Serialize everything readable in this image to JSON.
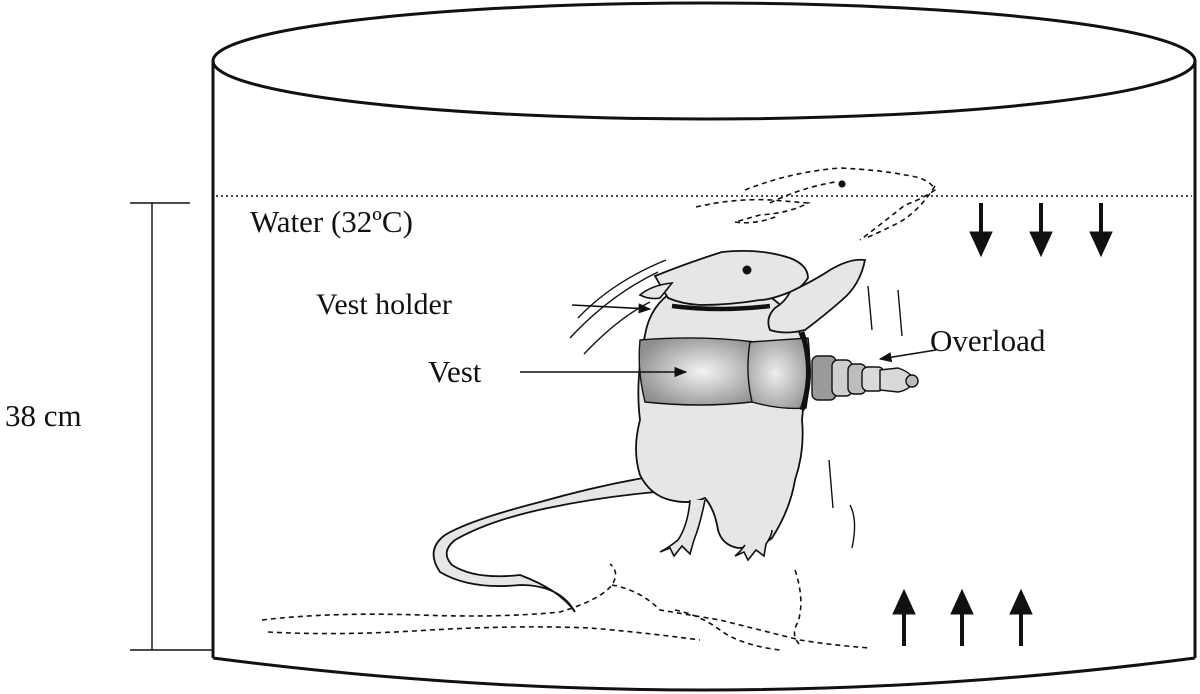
{
  "labels": {
    "water": "Water (32ºC)",
    "vest_holder": "Vest holder",
    "vest": "Vest",
    "overload": "Overload",
    "height": "38 cm"
  },
  "colors": {
    "line": "#111111",
    "rat_fill": "#e6e6e6",
    "vest_fill": "#a8a8a8",
    "vest_highlight": "#f2f2f2"
  },
  "icons": {
    "down_arrows": "arrow-down-icon",
    "up_arrows": "arrow-up-icon"
  }
}
